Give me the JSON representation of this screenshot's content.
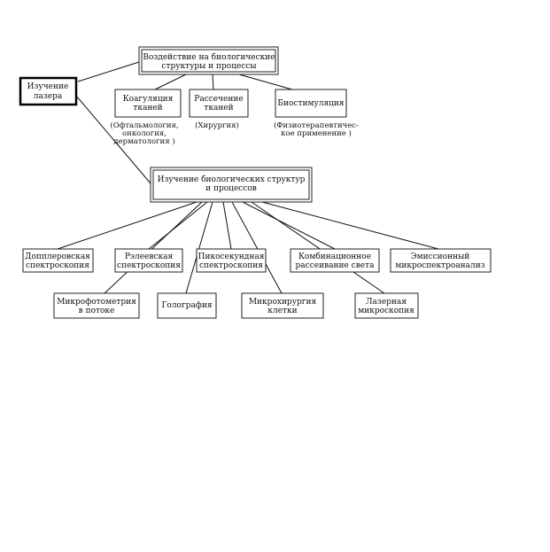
{
  "root": {
    "lines": [
      "Изучение",
      "лазера"
    ]
  },
  "top": {
    "effect": {
      "lines": [
        "Воздействие на биологические",
        "структуры и процессы"
      ]
    },
    "children": [
      {
        "lines": [
          "Коагуляция",
          "тканей"
        ],
        "note": [
          "(Офтальмология,",
          "онкология,",
          "дерматология   )"
        ]
      },
      {
        "lines": [
          "Рассечение",
          "тканей"
        ],
        "note": [
          "(Хирургия)"
        ]
      },
      {
        "lines": [
          "Биостимуляция"
        ],
        "note": [
          "(Физиотерапевтичес-",
          "кое применение       )"
        ]
      }
    ]
  },
  "bottom": {
    "study": {
      "lines": [
        "Изучение биологических структур",
        "и процессов"
      ]
    },
    "upper_row": [
      {
        "lines": [
          "Допплеровская",
          "спектроскопия"
        ]
      },
      {
        "lines": [
          "Рэлеевская",
          "спектроскопия"
        ]
      },
      {
        "lines": [
          "Пикосекундная",
          "спектроскопия"
        ]
      },
      {
        "lines": [
          "Комбинационное",
          "рассеивание света"
        ]
      },
      {
        "lines": [
          "Эмиссионный",
          "микроспектроанализ"
        ]
      }
    ],
    "lower_row": [
      {
        "lines": [
          "Микрофотометрия",
          "в потоке"
        ]
      },
      {
        "lines": [
          "Голография"
        ]
      },
      {
        "lines": [
          "Микрохирургия",
          "клетки"
        ]
      },
      {
        "lines": [
          "Лазерная",
          "микроскопия"
        ]
      }
    ]
  }
}
